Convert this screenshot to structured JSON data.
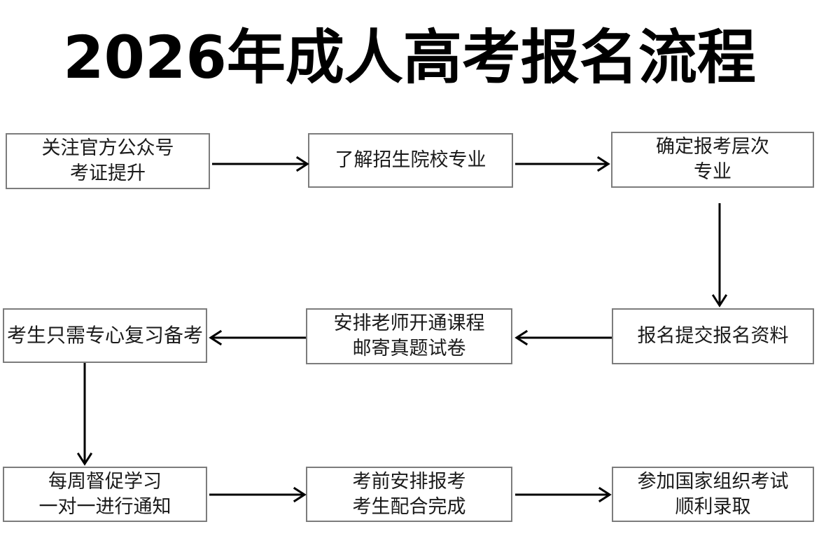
{
  "page": {
    "title": "2026年成人高考报名流程",
    "background_color": "#ffffff",
    "box_border_color": "#7c7c7c",
    "connector_color": "#000000",
    "text_color": "#1a1a1a"
  },
  "chart_data": {
    "type": "diagram",
    "diagram_kind": "flowchart",
    "title": "2026年成人高考报名流程",
    "nodes": [
      {
        "id": "n1",
        "lines": [
          "关注官方公众号",
          "考证提升"
        ],
        "row": 1,
        "col": 1
      },
      {
        "id": "n2",
        "lines": [
          "了解招生院校专业"
        ],
        "row": 1,
        "col": 2
      },
      {
        "id": "n3",
        "lines": [
          "确定报考层次",
          "专业"
        ],
        "row": 1,
        "col": 3
      },
      {
        "id": "n4",
        "lines": [
          "考生只需专心复习备考"
        ],
        "row": 2,
        "col": 1
      },
      {
        "id": "n5",
        "lines": [
          "安排老师开通课程",
          "邮寄真题试卷"
        ],
        "row": 2,
        "col": 2
      },
      {
        "id": "n6",
        "lines": [
          "报名提交报名资料"
        ],
        "row": 2,
        "col": 3
      },
      {
        "id": "n7",
        "lines": [
          "每周督促学习",
          "一对一进行通知"
        ],
        "row": 3,
        "col": 1
      },
      {
        "id": "n8",
        "lines": [
          "考前安排报考",
          "考生配合完成"
        ],
        "row": 3,
        "col": 2
      },
      {
        "id": "n9",
        "lines": [
          "参加国家组织考试",
          "顺利录取"
        ],
        "row": 3,
        "col": 3
      }
    ],
    "edges": [
      {
        "from": "n1",
        "to": "n2",
        "direction": "right"
      },
      {
        "from": "n2",
        "to": "n3",
        "direction": "right"
      },
      {
        "from": "n3",
        "to": "n6",
        "direction": "down"
      },
      {
        "from": "n6",
        "to": "n5",
        "direction": "left"
      },
      {
        "from": "n5",
        "to": "n4",
        "direction": "left"
      },
      {
        "from": "n4",
        "to": "n7",
        "direction": "down"
      },
      {
        "from": "n7",
        "to": "n8",
        "direction": "right"
      },
      {
        "from": "n8",
        "to": "n9",
        "direction": "right"
      }
    ]
  },
  "nodes": {
    "n1": {
      "l1": "关注官方公众号",
      "l2": "考证提升"
    },
    "n2": {
      "l1": "了解招生院校专业"
    },
    "n3": {
      "l1": "确定报考层次",
      "l2": "专业"
    },
    "n4": {
      "l1": "考生只需专心复习备考"
    },
    "n5": {
      "l1": "安排老师开通课程",
      "l2": "邮寄真题试卷"
    },
    "n6": {
      "l1": "报名提交报名资料"
    },
    "n7": {
      "l1": "每周督促学习",
      "l2": "一对一进行通知"
    },
    "n8": {
      "l1": "考前安排报考",
      "l2": "考生配合完成"
    },
    "n9": {
      "l1": "参加国家组织考试",
      "l2": "顺利录取"
    }
  }
}
